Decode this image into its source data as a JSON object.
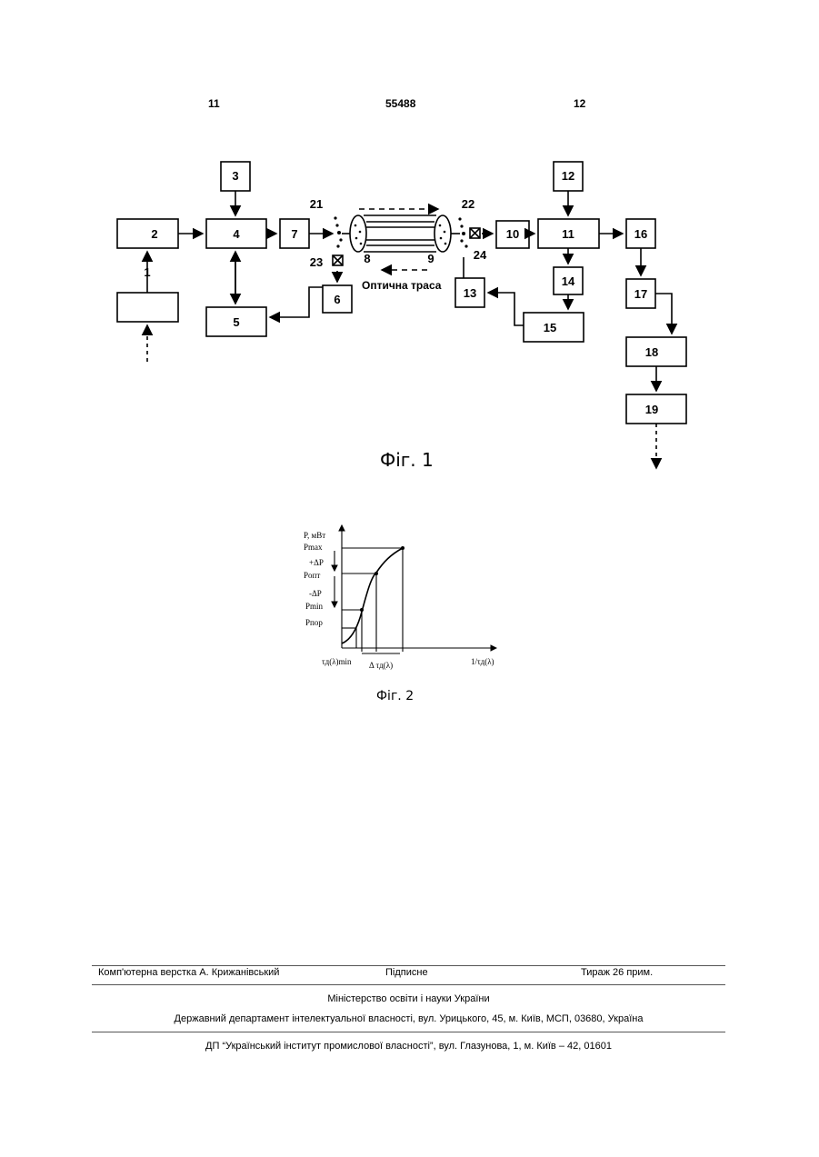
{
  "header": {
    "left_page": "11",
    "patent_number": "55488",
    "right_page": "12"
  },
  "figure1": {
    "caption": "Фіг. 1",
    "blocks": [
      "1",
      "2",
      "3",
      "4",
      "5",
      "6",
      "7",
      "10",
      "11",
      "12",
      "13",
      "14",
      "15",
      "16",
      "17",
      "18",
      "19"
    ],
    "elements": [
      "8",
      "9",
      "21",
      "22",
      "23",
      "24"
    ],
    "trace_label": "Оптична траса"
  },
  "figure2": {
    "caption": "Фіг. 2",
    "y_axis_label": "P, мВт",
    "labels": {
      "pmax": "Pmax",
      "plus_dp": "+ΔP",
      "popt": "Pопт",
      "minus_dp": "-ΔP",
      "pmin": "Pmin",
      "ppor": "Pпор",
      "x_axis": "1/τд(λ)",
      "x_tick_min": "τд(λ)min",
      "x_tick_delta": "Δ τд(λ)"
    }
  },
  "footer": {
    "layout_credit": "Комп'ютерна верстка А. Крижанівський",
    "signed": "Підписне",
    "circulation": "Тираж 26 прим.",
    "ministry": "Міністерство освіти і науки України",
    "department": "Державний департамент інтелектуальної власності, вул. Урицького, 45, м. Київ, МСП, 03680, Україна",
    "institute": "ДП “Український інститут промислової власності”, вул. Глазунова, 1, м. Київ – 42, 01601"
  }
}
